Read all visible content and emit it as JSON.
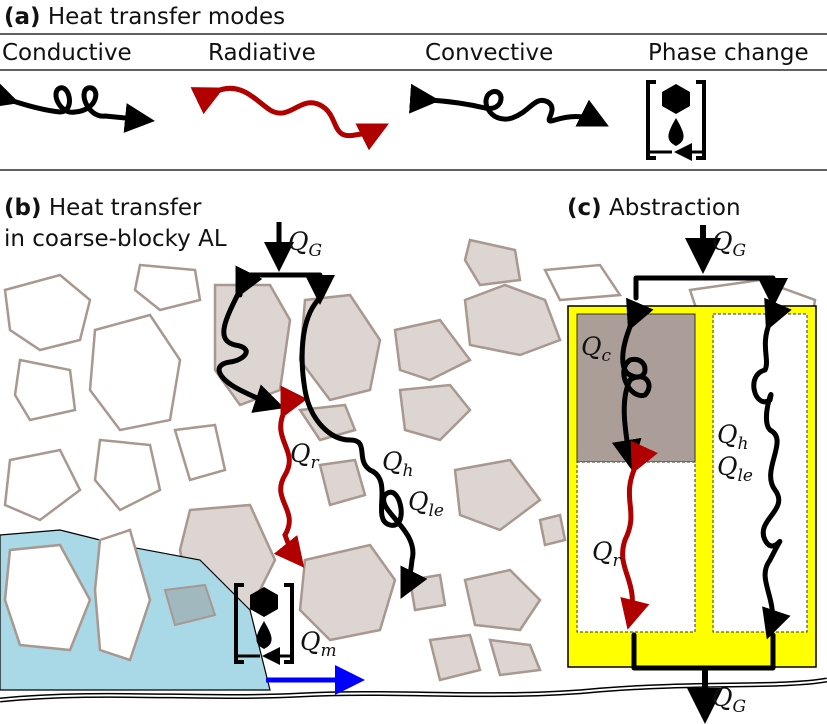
{
  "panel_a": {
    "label": "(a)",
    "title": "Heat transfer modes",
    "modes": [
      "Conductive",
      "Radiative",
      "Convective",
      "Phase change"
    ]
  },
  "panel_b": {
    "label": "(b)",
    "title_line1": "Heat transfer",
    "title_line2": "in coarse-blocky AL",
    "QG": {
      "main": "Q",
      "sub": "G"
    },
    "Qr": {
      "main": "Q",
      "sub": "r"
    },
    "Qh": {
      "main": "Q",
      "sub": "h"
    },
    "Qle": {
      "main": "Q",
      "sub": "le"
    },
    "Qm": {
      "main": "Q",
      "sub": "m"
    }
  },
  "panel_c": {
    "label": "(c)",
    "title": "Abstraction",
    "QG_top": {
      "main": "Q",
      "sub": "G"
    },
    "Qc": {
      "main": "Q",
      "sub": "c"
    },
    "Qr": {
      "main": "Q",
      "sub": "r"
    },
    "Qh": {
      "main": "Q",
      "sub": "h"
    },
    "Qle": {
      "main": "Q",
      "sub": "le"
    },
    "QG_bottom": {
      "main": "Q",
      "sub": "G"
    }
  },
  "colors": {
    "radiative": "#b00000",
    "ice": "#a9d8e6",
    "abstraction_frame": "#ffff00",
    "rock_fill": "#dcd5d2",
    "rock_cell": "#ab9e98",
    "melt_arrow": "#0000ff"
  }
}
